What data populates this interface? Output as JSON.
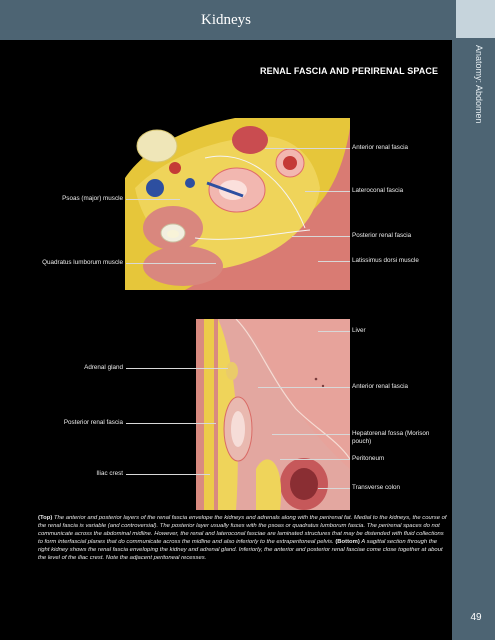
{
  "header": {
    "title": "Kidneys"
  },
  "sidebar": {
    "label": "Anatomy: Abdomen"
  },
  "page": {
    "number": "49"
  },
  "section": {
    "title": "RENAL FASCIA AND PERIRENAL SPACE"
  },
  "figure_top": {
    "labels": {
      "psoas": "Psoas (major) muscle",
      "quadratus": "Quadratus lumborum muscle",
      "anterior": "Anterior renal fascia",
      "lateroconal": "Lateroconal fascia",
      "posterior": "Posterior renal fascia",
      "latissimus": "Latissimus dorsi muscle"
    }
  },
  "figure_bottom": {
    "labels": {
      "liver": "Liver",
      "adrenal": "Adrenal gland",
      "anterior": "Anterior renal fascia",
      "posterior": "Posterior renal fascia",
      "hepatorenal_1": "Hepatorenal fossa (Morison",
      "hepatorenal_2": "pouch)",
      "peritoneum": "Peritoneum",
      "iliac": "Iliac crest",
      "colon": "Transverse colon"
    }
  },
  "caption": {
    "top_label": "(Top)",
    "top_text": " The anterior and posterior layers of the renal fascia envelope the kidneys and adrenals along with the perirenal fat. Medial to the kidneys, the course of the renal fascia is variable (and controversial). The posterior layer usually fuses with the psoas or quadratus lumborum fascia. The perirenal spaces do not communicate across the abdominal midline. However, the renal and lateroconal fasciae are laminated structures that may be distended with fluid collections to form interfascial planes that do communicate across the midline and also inferiorly to the extraperitoneal pelvis.",
    "bottom_label": "(Bottom)",
    "bottom_text": " A sagittal section through the right kidney shows the renal fascia enveloping the kidney and adrenal gland. Inferiorly, the anterior and posterior renal fasciae come close together at about the level of the iliac crest. Note the adjacent peritoneal recesses."
  }
}
